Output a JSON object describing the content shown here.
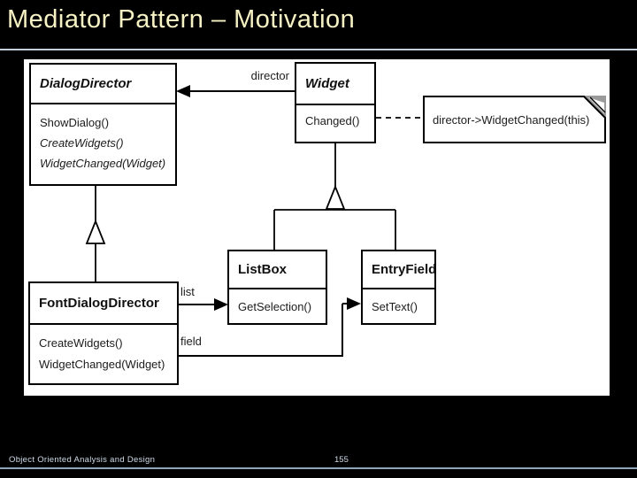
{
  "slide": {
    "title": "Mediator Pattern – Motivation",
    "footer_left": "Object Oriented Analysis and Design",
    "page_number": "155"
  },
  "colors": {
    "background": "#000000",
    "title_text": "#f6f2c4",
    "rule_top": "#c2cfdd",
    "rule_bottom": "#8fa5bb",
    "panel": "#ffffff",
    "diagram_line": "#000000",
    "footer_text": "#cfdcea",
    "note_fold": "#9a9a9a"
  },
  "diagram": {
    "classes": {
      "dialog_director": {
        "name": "DialogDirector",
        "methods": [
          {
            "text": "ShowDialog()"
          },
          {
            "text": "CreateWidgets()"
          },
          {
            "text": "WidgetChanged(Widget)"
          }
        ]
      },
      "widget": {
        "name": "Widget",
        "methods": [
          {
            "text": "Changed()"
          }
        ]
      },
      "list_box": {
        "name": "ListBox",
        "methods": [
          {
            "text": "GetSelection()"
          }
        ]
      },
      "entry_field": {
        "name": "EntryField",
        "methods": [
          {
            "text": "SetText()"
          }
        ]
      },
      "font_dialog_director": {
        "name": "FontDialogDirector",
        "methods": [
          {
            "text": "CreateWidgets()"
          },
          {
            "text": "WidgetChanged(Widget)"
          }
        ]
      }
    },
    "labels": {
      "director": "director",
      "list": "list",
      "field": "field"
    },
    "note": {
      "text": "director->WidgetChanged(this)"
    }
  }
}
